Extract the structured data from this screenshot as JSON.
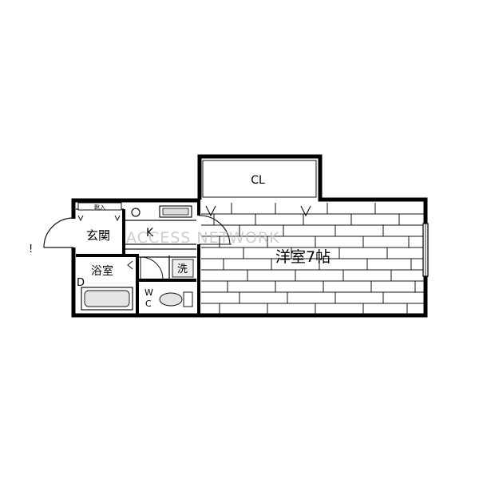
{
  "plan": {
    "rooms": {
      "closet": "CL",
      "western_room": "洋室7帖",
      "entrance": "玄関",
      "kitchen": "K",
      "bath": "浴室",
      "washer": "洗",
      "wc_top": "W",
      "wc_bottom": "C",
      "d_mark": "D",
      "shoebox": "靴入",
      "stray_mark": "!"
    },
    "watermark": "ACCESS NETWORK",
    "colors": {
      "wall": "#000000",
      "line": "#111111",
      "shade": "#dddddd",
      "watermark": "#bdbdbd"
    }
  }
}
